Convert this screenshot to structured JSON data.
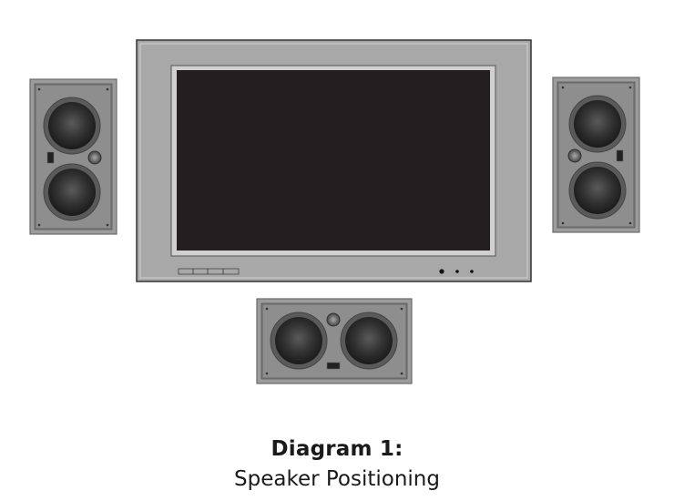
{
  "diagram": {
    "title": "Diagram 1:",
    "subtitle": "Speaker Positioning",
    "elements": [
      "tv",
      "left-speaker",
      "right-speaker",
      "center-speaker"
    ],
    "colors": {
      "frame": "#9a9a9a",
      "frame_dark": "#6f6f6f",
      "screen": "#231f20",
      "woofer": "#2b2b2b",
      "background": "#ffffff"
    }
  }
}
